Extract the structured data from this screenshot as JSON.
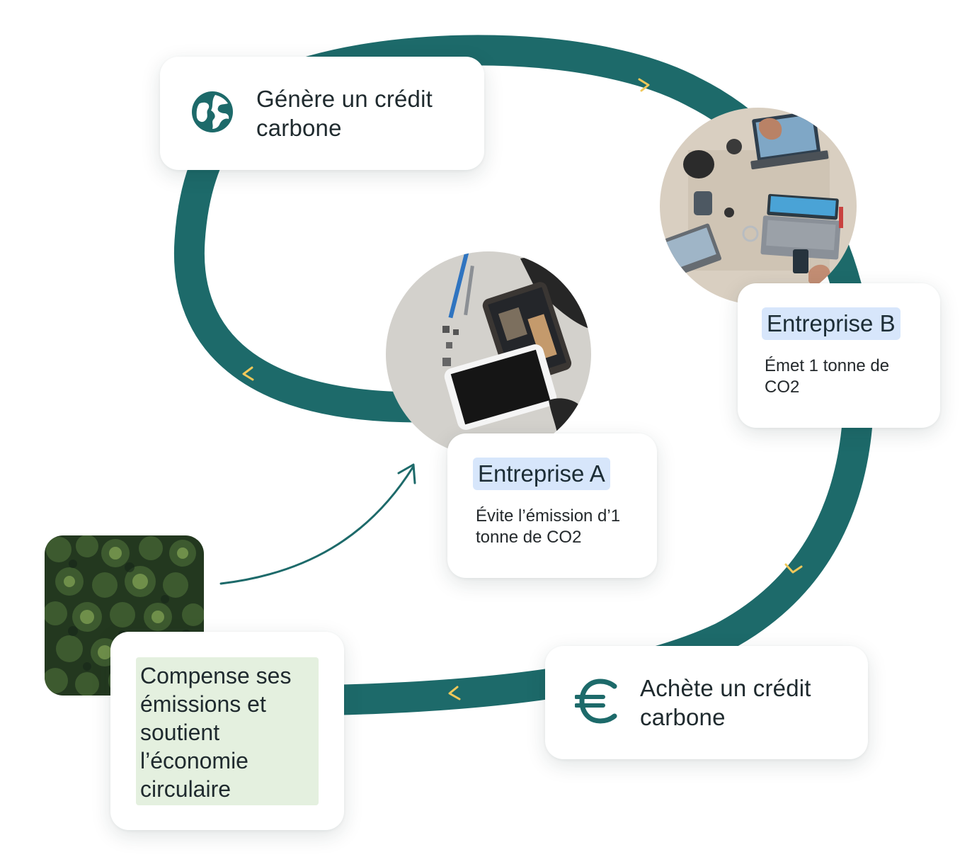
{
  "colors": {
    "loop": "#1d6a6a",
    "chevron": "#f0c85a",
    "company_highlight": "#d7e6fb",
    "compense_highlight": "#e4f0df"
  },
  "steps": {
    "genere": {
      "icon": "globe-icon",
      "title": "Génère un crédit carbone"
    },
    "achete": {
      "icon": "euro-icon",
      "title": "Achète un crédit carbone"
    },
    "compense": {
      "title": "Compense ses émissions et soutient l’économie circulaire"
    }
  },
  "companies": {
    "a": {
      "name": "Entreprise A",
      "description": "Évite l’émission d’1 tonne de CO2"
    },
    "b": {
      "name": "Entreprise B",
      "description": "Émet 1 tonne de CO2"
    }
  },
  "photos": {
    "a": "phone-repair-photo",
    "b": "office-laptops-photo",
    "forest": "forest-aerial-photo"
  }
}
